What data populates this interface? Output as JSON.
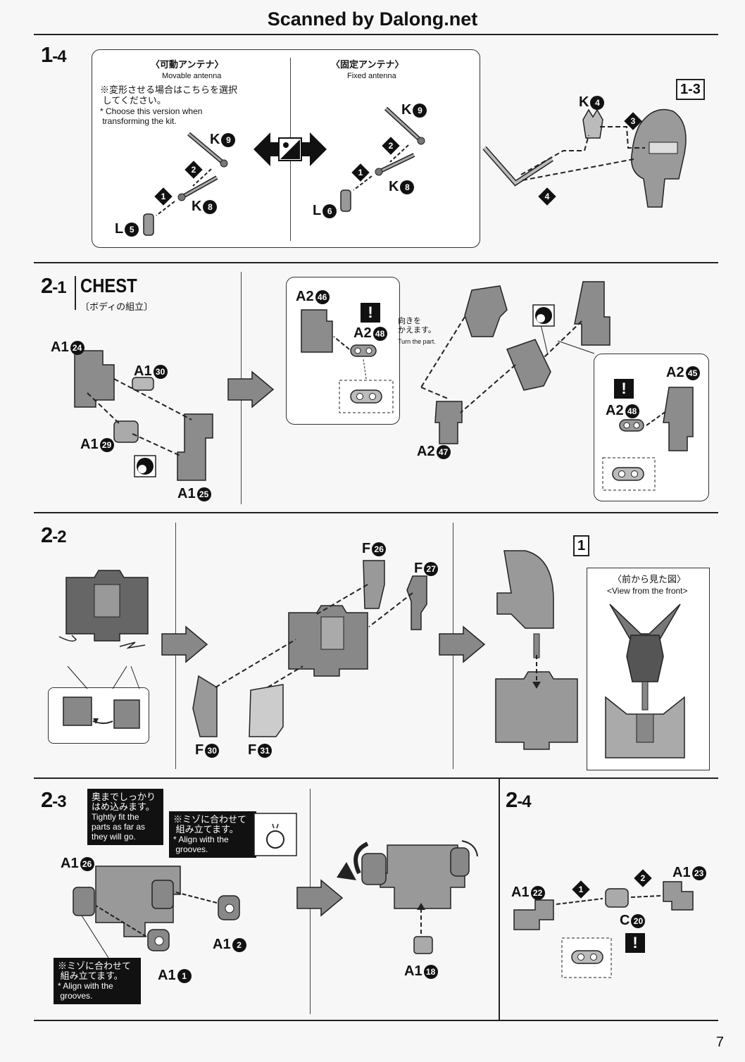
{
  "header": "Scanned by Dalong.net",
  "step_1_4": {
    "number": "1",
    "sub": "-4",
    "movable_jp": "〈可動アンテナ〉",
    "movable_en": "Movable antenna",
    "note_jp": "※変形させる場合はこちらを選択\n してください。",
    "note_en": "* Choose this version when\n transforming the kit.",
    "fixed_jp": "〈固定アンテナ〉",
    "fixed_en": "Fixed antenna",
    "parts": {
      "k9a": "K",
      "k8a": "K",
      "l5": "L",
      "k9b": "K",
      "k8b": "K",
      "l6": "L",
      "k4": "K"
    },
    "circ": {
      "n9": "9",
      "n8": "8",
      "n5": "5",
      "n6": "6",
      "n4": "4"
    },
    "ref": "1-3"
  },
  "step_2_1": {
    "number": "2",
    "sub": "-1",
    "title": "CHEST",
    "title_jp": "〔ボディの組立〕",
    "parts": {
      "a124": "A1",
      "a130": "A1",
      "a129": "A1",
      "a125": "A1",
      "a246": "A2",
      "a248": "A2",
      "a247": "A2",
      "a245": "A2",
      "a248b": "A2"
    },
    "circ": {
      "n24": "24",
      "n30": "30",
      "n29": "29",
      "n25": "25",
      "n46": "46",
      "n48": "48",
      "n47": "47",
      "n45": "45",
      "n48b": "48"
    },
    "turn_jp": "向きを\nかえます。",
    "turn_en": "Turn the part."
  },
  "step_2_2": {
    "number": "2",
    "sub": "-2",
    "parts": {
      "f26": "F",
      "f27": "F",
      "f30": "F",
      "f31": "F"
    },
    "circ": {
      "n26": "26",
      "n27": "27",
      "n30": "30",
      "n31": "31"
    },
    "ref": "1",
    "front_jp": "〈前から見た図〉",
    "front_en": "<View from the front>"
  },
  "step_2_3": {
    "number": "2",
    "sub": "-3",
    "tight_jp": "奥までしっかり\nはめ込みます。",
    "tight_en": "Tightly fit the\nparts as far as\nthey will go.",
    "groove_jp": "※ミゾに合わせて\n 組み立てます。",
    "groove_en": "* Align with the\n grooves.",
    "groove2_jp": "※ミゾに合わせて\n 組み立てます。",
    "groove2_en": "* Align with the\n grooves.",
    "parts": {
      "a126": "A1",
      "a12": "A1",
      "a11": "A1",
      "a118": "A1"
    },
    "circ": {
      "n26": "26",
      "n2": "2",
      "n1": "1",
      "n18": "18"
    }
  },
  "step_2_4": {
    "number": "2",
    "sub": "-4",
    "parts": {
      "a122": "A1",
      "a123": "A1",
      "c20": "C"
    },
    "circ": {
      "n22": "22",
      "n23": "23",
      "n20": "20"
    }
  },
  "order": {
    "o1": "1",
    "o2": "2",
    "o3": "3",
    "o4": "4"
  },
  "warn": "!",
  "page_number": "7"
}
